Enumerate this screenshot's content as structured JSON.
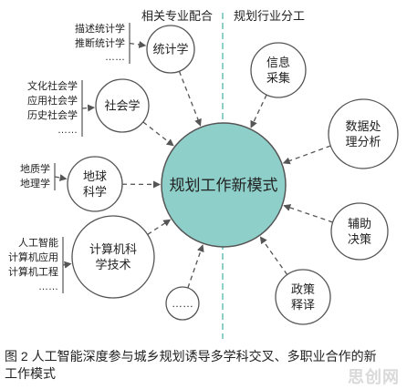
{
  "headers": {
    "left": "相关专业配合",
    "right": "规划行业分工"
  },
  "center": {
    "label": "规划工作新模式"
  },
  "left_nodes": [
    {
      "label_lines": [
        "统计学"
      ],
      "sources": [
        "描述统计学",
        "推断统计学",
        "……"
      ]
    },
    {
      "label_lines": [
        "社会学"
      ],
      "sources": [
        "文化社会学",
        "应用社会学",
        "历史社会学",
        "……"
      ]
    },
    {
      "label_lines": [
        "地球",
        "科学"
      ],
      "sources": [
        "地质学",
        "地理学"
      ]
    },
    {
      "label_lines": [
        "计算机科",
        "学技术"
      ],
      "sources": [
        "人工智能",
        "计算机应用",
        "计算机工程",
        "……"
      ]
    },
    {
      "label_lines": [
        "……"
      ],
      "sources": []
    }
  ],
  "right_nodes": [
    {
      "label_lines": [
        "信息",
        "采集"
      ]
    },
    {
      "label_lines": [
        "数据处",
        "理分析"
      ]
    },
    {
      "label_lines": [
        "辅助",
        "决策"
      ]
    },
    {
      "label_lines": [
        "政策",
        "释译"
      ]
    }
  ],
  "colors": {
    "center_fill": "#8fcfca",
    "divider": "#8fcfca",
    "stroke": "#555555",
    "arrow": "#555555"
  },
  "caption": "图 2 人工智能深度参与城乡规划诱导多学科交叉、多职业合作的新工作模式",
  "watermark": "思创网"
}
